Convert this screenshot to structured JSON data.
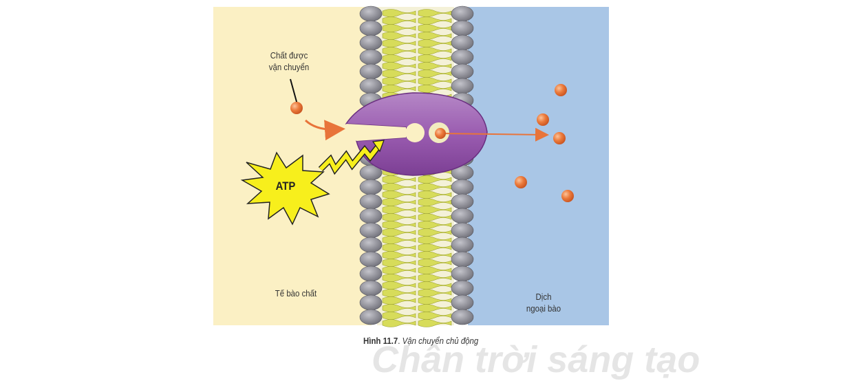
{
  "figure": {
    "labels": {
      "substance_line1": "Chất được",
      "substance_line2": "vận chuyển",
      "atp": "ATP",
      "cytoplasm": "Tế bào chất",
      "extracellular_line1": "Dịch",
      "extracellular_line2": "ngoại bào"
    },
    "caption": {
      "number": "Hình 11.7",
      "text": "Vận chuyển chủ động"
    },
    "watermark": "Chân trời sáng tạo",
    "colors": {
      "cytoplasm": "#fbf0c4",
      "extracellular": "#a9c6e6",
      "protein": "#9b5fb0",
      "particle": "#e8743a",
      "atp": "#f7ef1c",
      "head": "#9a9aa2",
      "tail": "#d7dc5a"
    }
  }
}
